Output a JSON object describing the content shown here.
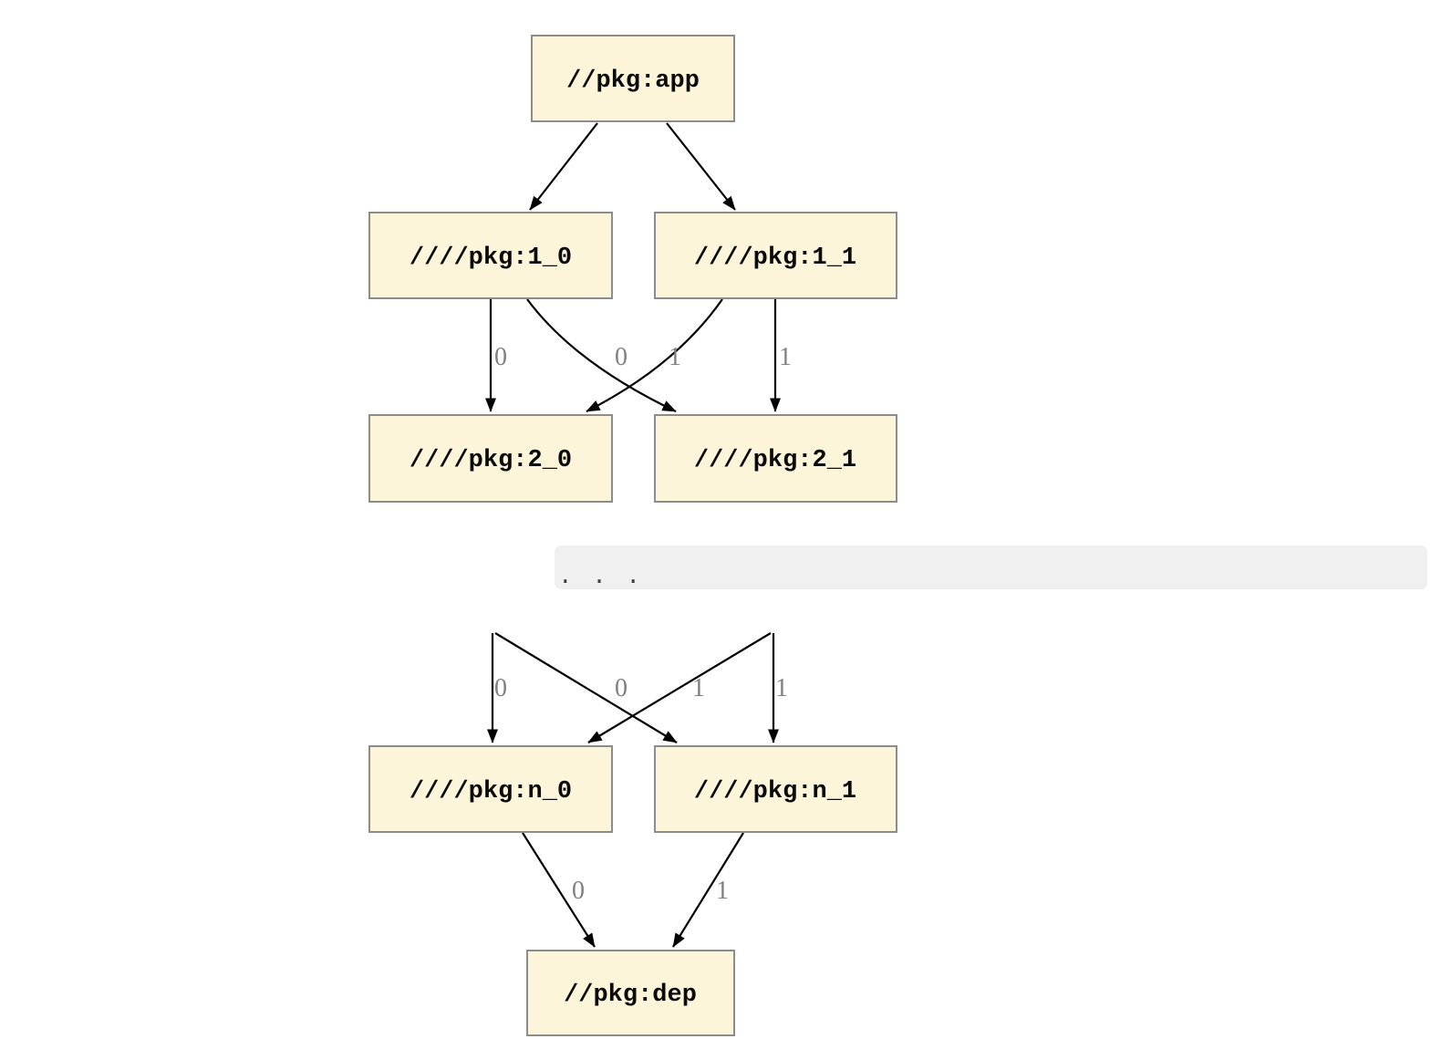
{
  "diagram": {
    "kind": "package-dependency-graph",
    "nodes": {
      "app": {
        "label": "//pkg:app"
      },
      "l1_0": {
        "label": "////pkg:1_0"
      },
      "l1_1": {
        "label": "////pkg:1_1"
      },
      "l2_0": {
        "label": "////pkg:2_0"
      },
      "l2_1": {
        "label": "////pkg:2_1"
      },
      "ln_0": {
        "label": "////pkg:n_0"
      },
      "ln_1": {
        "label": "////pkg:n_1"
      },
      "dep": {
        "label": "//pkg:dep"
      }
    },
    "ellipsis": ". . .",
    "edge_labels": {
      "tier1": [
        "0",
        "0",
        "1",
        "1"
      ],
      "tier2": [
        "0",
        "0",
        "1",
        "1"
      ],
      "tier3": [
        "0",
        "1"
      ]
    },
    "colors": {
      "node_fill": "#FDF5DA",
      "node_border": "#8B8E88",
      "edge": "#000000",
      "edge_label": "#808080",
      "ellipsis_band": "#F0F0F1",
      "ellipsis_dots": "#3C3C3C",
      "background": "#FFFFFF"
    }
  }
}
